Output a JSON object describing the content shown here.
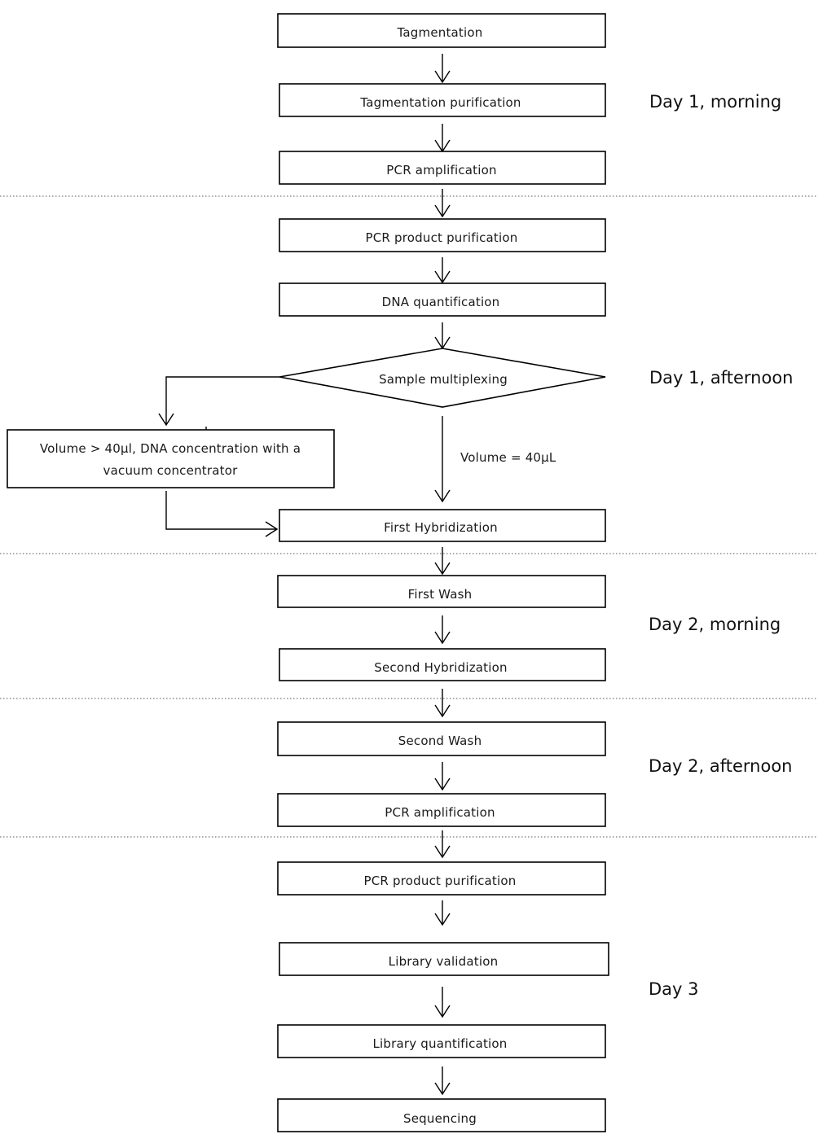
{
  "steps": {
    "tagmentation": "Tagmentation",
    "tagmentation_purification": "Tagmentation purification",
    "pcr_amplification_1": "PCR amplification",
    "pcr_product_purification_1": "PCR product purification",
    "dna_quantification": "DNA quantification",
    "sample_multiplexing": "Sample multiplexing",
    "concentration_line1": "Volume > 40μl,  DNA concentration with a",
    "concentration_line2": "vacuum concentrator",
    "first_hybridization": "First Hybridization",
    "first_wash": "First Wash",
    "second_hybridization": "Second Hybridization",
    "second_wash": "Second Wash",
    "pcr_amplification_2": "PCR amplification",
    "pcr_product_purification_2": "PCR product purification",
    "library_validation": "Library validation",
    "library_quantification": "Library quantification",
    "sequencing": "Sequencing"
  },
  "branch_label": "Volume = 40μL",
  "days": {
    "day1_morning": "Day 1,  morning",
    "day1_afternoon": "Day 1,  afternoon",
    "day2_morning": "Day 2,  morning",
    "day2_afternoon": "Day 2,  afternoon",
    "day3": "Day 3"
  }
}
